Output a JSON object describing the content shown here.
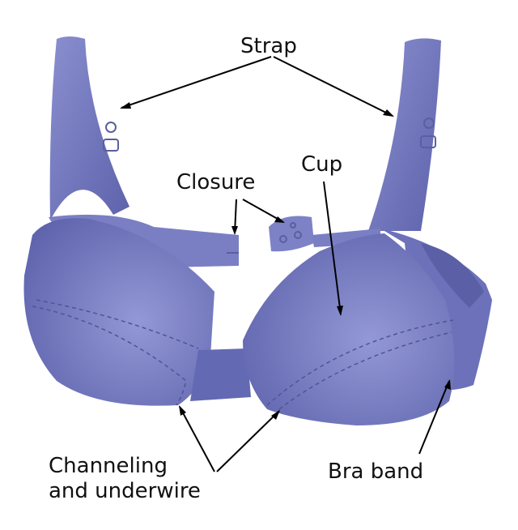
{
  "title": "Bra anatomy",
  "colors": {
    "fabric": "#6c71b9",
    "fabric_light": "#8e93d0",
    "fabric_dark": "#50559c",
    "line": "#000000"
  },
  "labels": {
    "strap": "Strap",
    "closure": "Closure",
    "cup": "Cup",
    "channeling_line1": "Channeling",
    "channeling_line2": "and underwire",
    "bra_band": "Bra band"
  }
}
